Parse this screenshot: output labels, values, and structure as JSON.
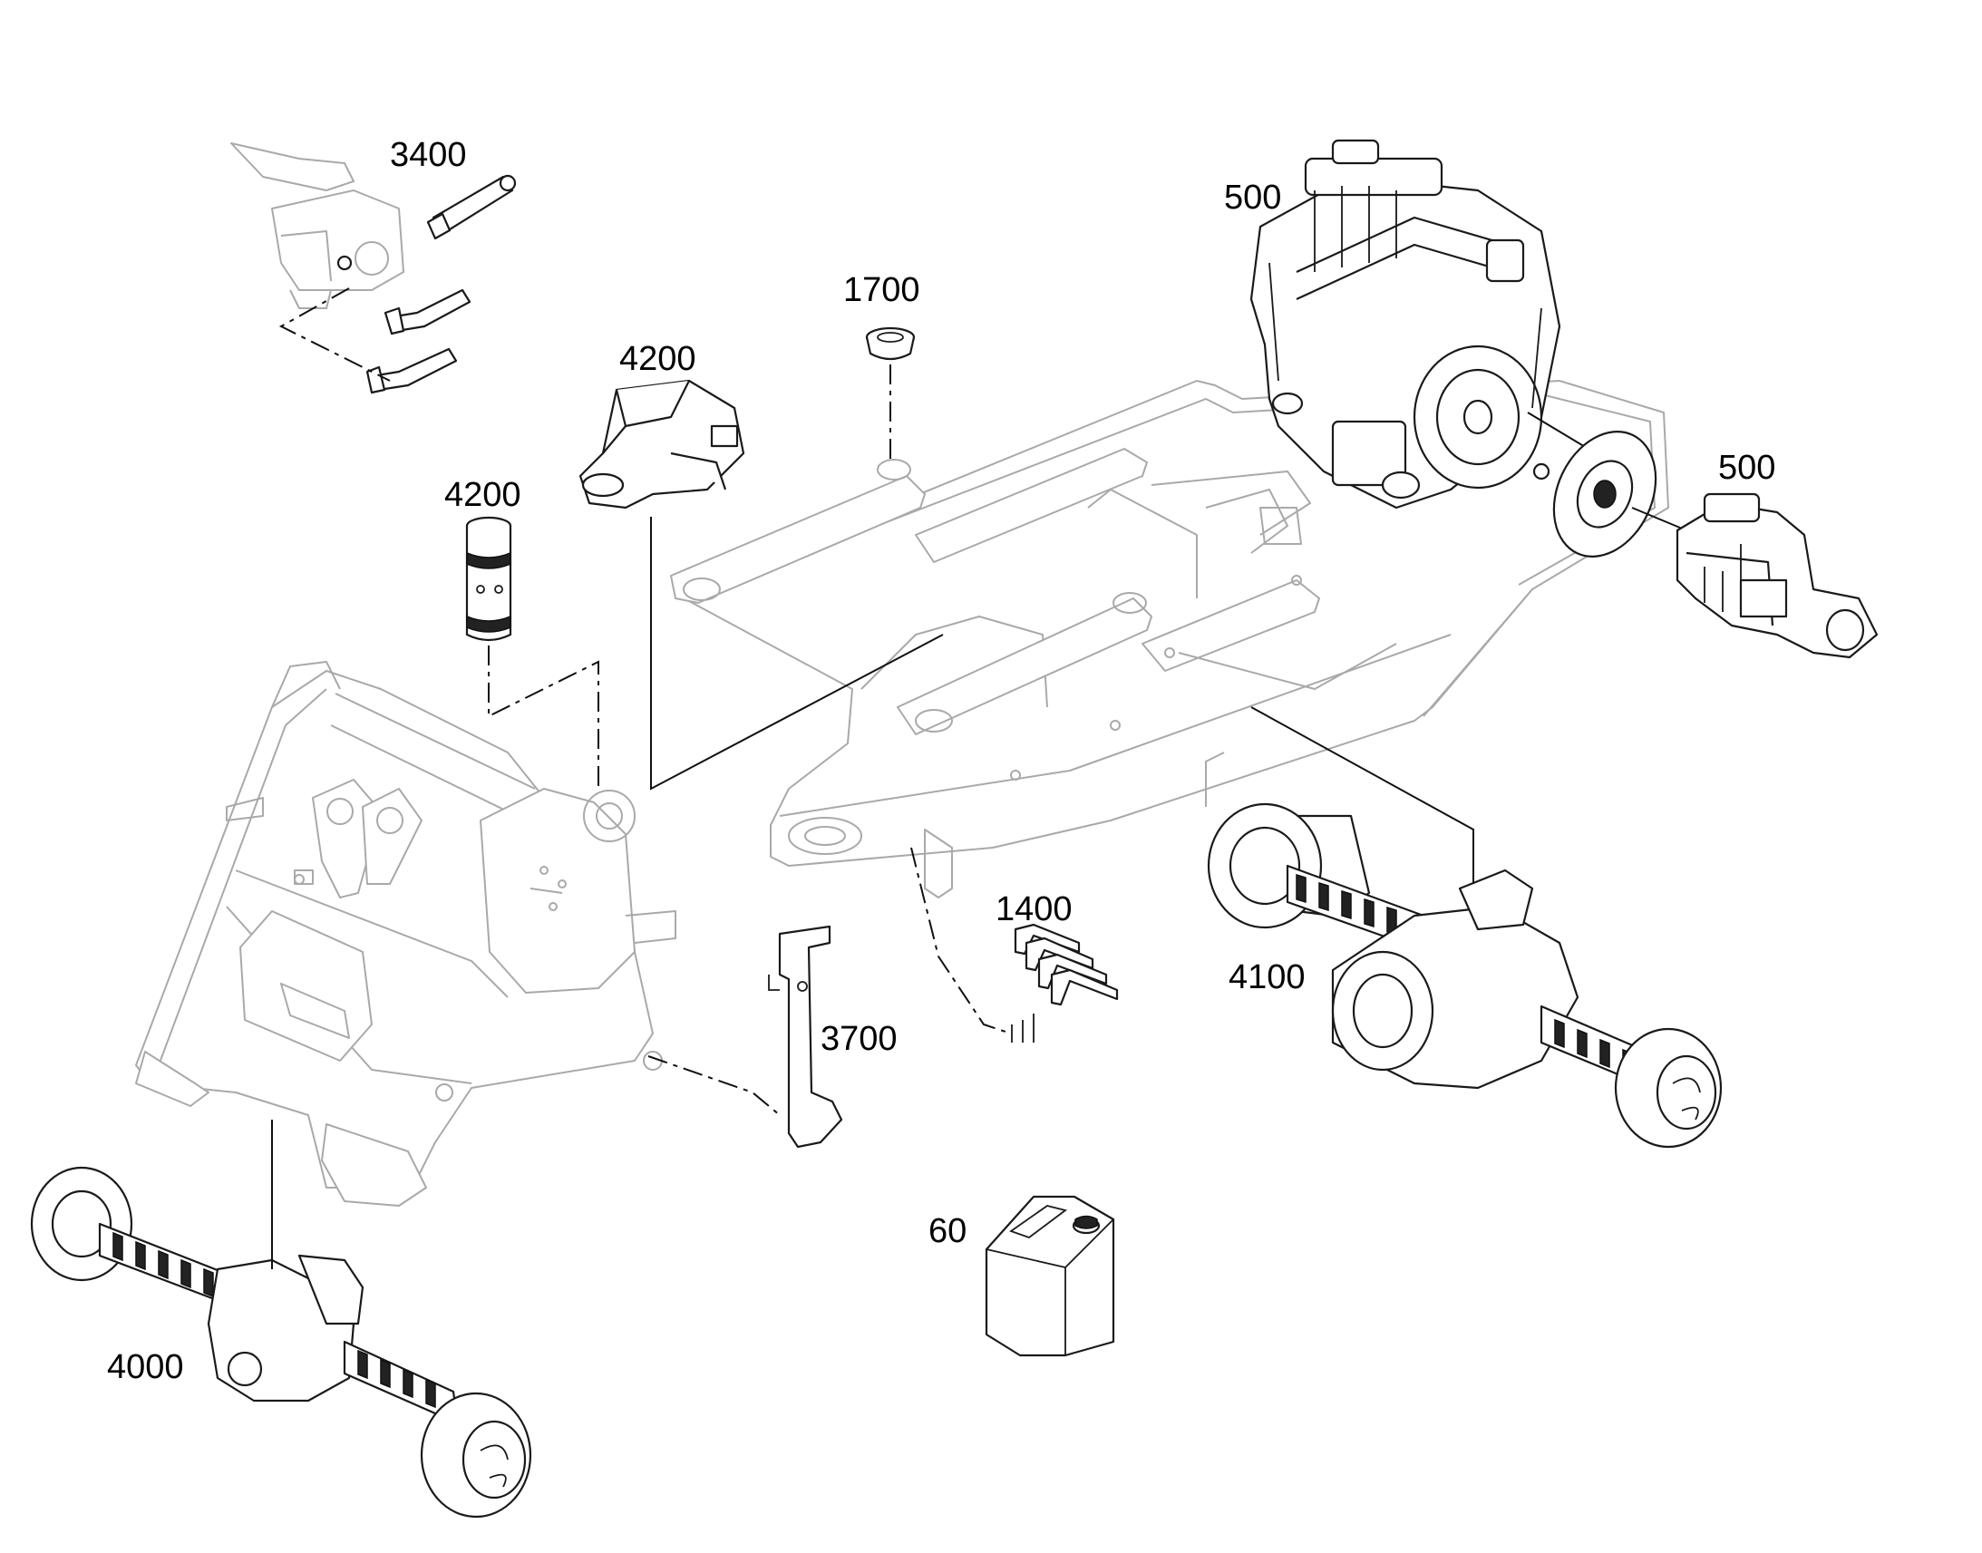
{
  "callouts": [
    {
      "id": "3400",
      "text": "3400"
    },
    {
      "id": "500-engine",
      "text": "500"
    },
    {
      "id": "1700",
      "text": "1700"
    },
    {
      "id": "4200-bracket",
      "text": "4200"
    },
    {
      "id": "4200-bushing",
      "text": "4200"
    },
    {
      "id": "500-pump",
      "text": "500"
    },
    {
      "id": "1400",
      "text": "1400"
    },
    {
      "id": "4100",
      "text": "4100"
    },
    {
      "id": "3700",
      "text": "3700"
    },
    {
      "id": "60",
      "text": "60"
    },
    {
      "id": "4000",
      "text": "4000"
    }
  ]
}
